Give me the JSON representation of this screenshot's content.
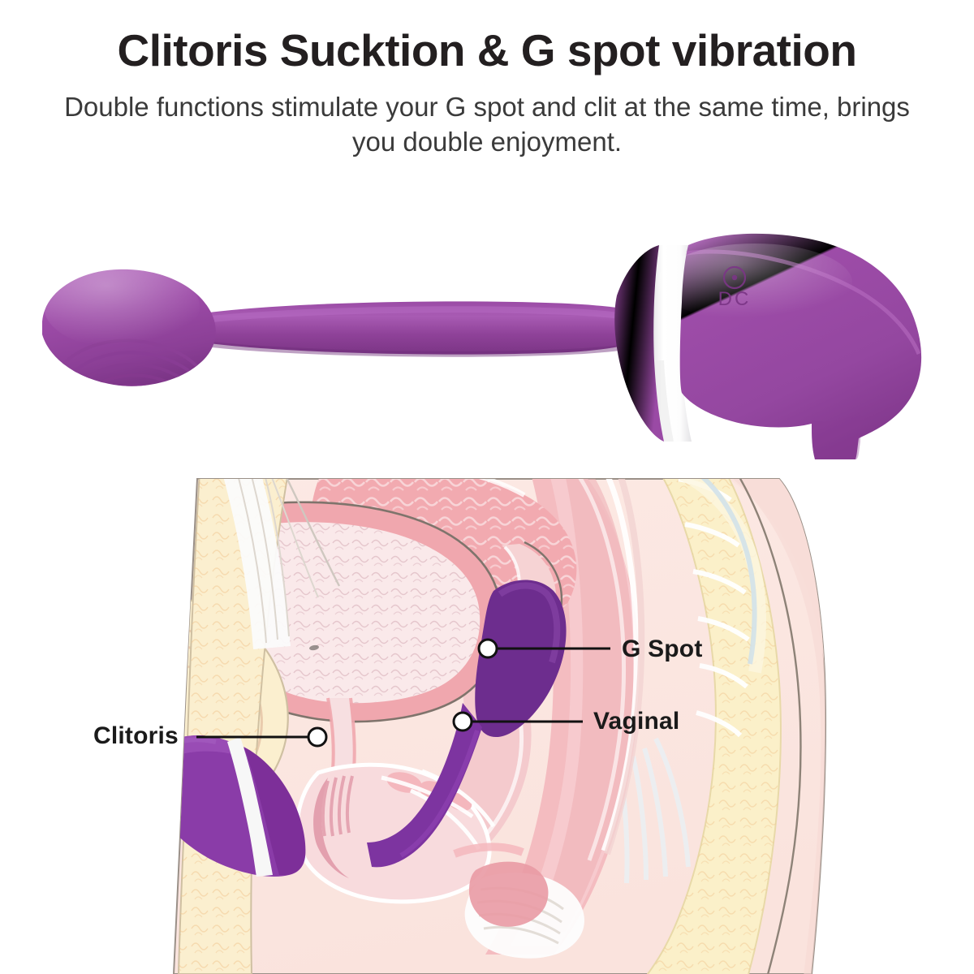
{
  "header": {
    "title": "Clitoris Sucktion & G spot vibration",
    "subtitle": "Double functions stimulate your G spot and clit at the same time, brings you double enjoyment."
  },
  "product": {
    "port_label": "DC",
    "port_icon": "dc-charging-port-icon",
    "body_color": "#9b4aa6",
    "body_color_dark": "#7d3a88",
    "body_color_light": "#b368bd",
    "band_color": "#ffffff",
    "parts": {
      "vibrating_egg": "ribbed-vibrating-egg",
      "shaft": "flexible-connecting-shaft",
      "suction_head": "clitoral-suction-head"
    }
  },
  "anatomy": {
    "title": "female-pelvic-cross-section",
    "labels": [
      {
        "id": "g-spot",
        "text": "G Spot"
      },
      {
        "id": "vaginal",
        "text": "Vaginal"
      },
      {
        "id": "clitoris",
        "text": "Clitoris"
      }
    ],
    "colors": {
      "skin": "#fbe7e2",
      "fat": "#fbf0c9",
      "muscle": "#f2b0b4",
      "organ": "#efa8ae",
      "bladder": "#f7e2e4",
      "uterus": "#f0aab0",
      "device_purple": "#6d2d8e",
      "device_purple_light": "#8a3ca8",
      "outline": "#8d8277"
    }
  }
}
